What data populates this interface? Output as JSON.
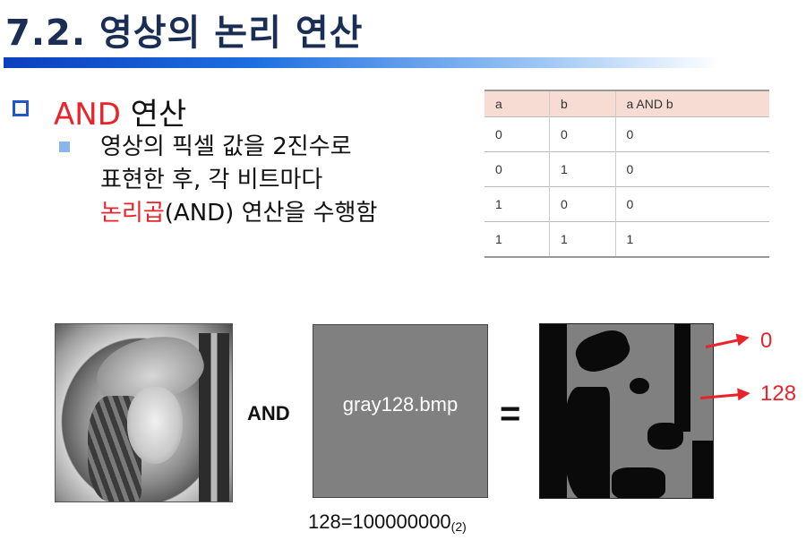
{
  "title": "7.2. 영상의 논리 연산",
  "heading": {
    "and": "AND",
    "rest": " 연산"
  },
  "paragraph": {
    "line1": "영상의 픽셀 값을 2진수로",
    "line2": "표현한 후, 각 비트마다",
    "line3_red": "논리곱",
    "line3_rest": "(AND) 연산을 수행함"
  },
  "truth_table": {
    "headers": [
      "a",
      "b",
      "a AND b"
    ],
    "rows": [
      [
        "0",
        "0",
        "0"
      ],
      [
        "0",
        "1",
        "0"
      ],
      [
        "1",
        "0",
        "0"
      ],
      [
        "1",
        "1",
        "1"
      ]
    ]
  },
  "diagram": {
    "operator_and": "AND",
    "gray_image_label": "gray128.bmp",
    "operator_equals": "=",
    "result_label_top": "0",
    "result_label_bottom": "128",
    "equation_main": "128=100000000",
    "equation_sub": "(2)"
  },
  "colors": {
    "title": "#1a2d55",
    "accent_red": "#e8232a",
    "table_header_bg": "#f6dcd2",
    "gray_value": "#808080"
  }
}
